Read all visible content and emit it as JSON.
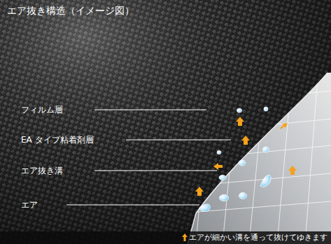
{
  "diagram": {
    "title": "エア抜き構造（イメージ図）",
    "caption": "エアが細かい溝を通って抜けてゆきます",
    "labels": [
      "フィルム層",
      "EA タイプ粘着剤層",
      "エア抜き溝",
      "エア"
    ]
  }
}
